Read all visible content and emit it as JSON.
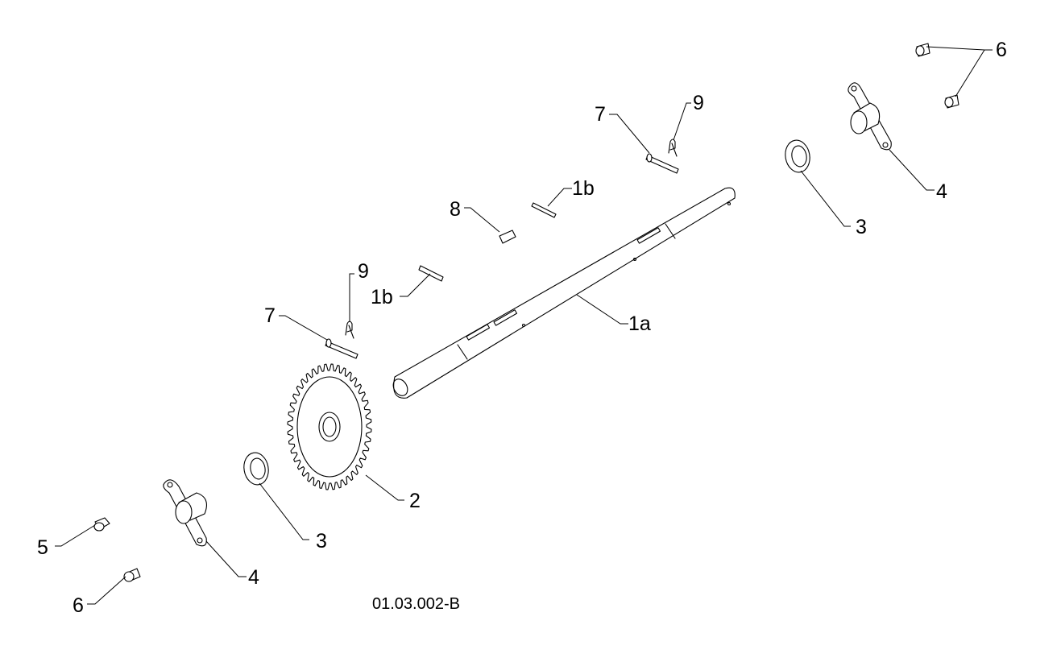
{
  "diagram": {
    "drawing_code": "01.03.002-B",
    "callouts": {
      "shaft": "1a",
      "pin_upper": "1b",
      "pin_lower": "1b",
      "sprocket": "2",
      "washer_left": "3",
      "washer_right": "3",
      "bearing_flange_left": "4",
      "bearing_flange_right": "4",
      "bolt_left": "5",
      "nut_left": "6",
      "nuts_right": "6",
      "pin_clevis_left": "7",
      "pin_clevis_right": "7",
      "key": "8",
      "clip_left": "9",
      "clip_right": "9"
    }
  }
}
